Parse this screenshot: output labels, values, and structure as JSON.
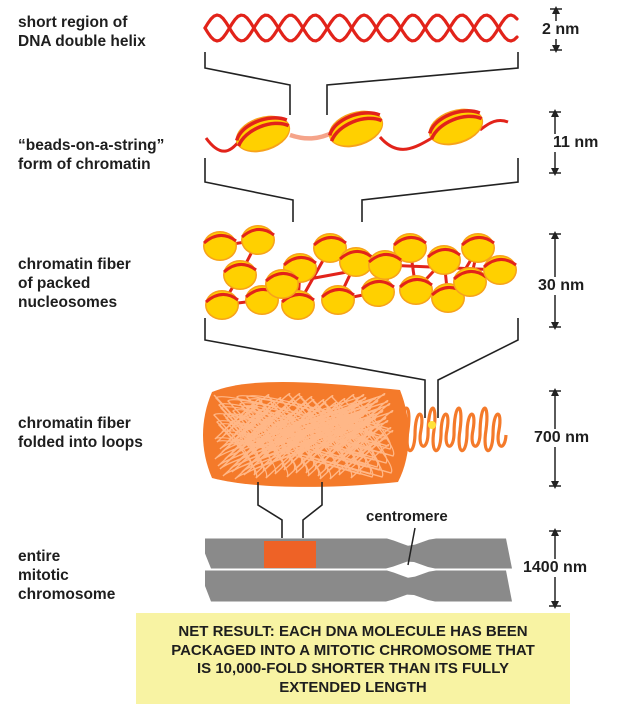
{
  "labels": {
    "dna_helix": [
      "short region of",
      "DNA double helix"
    ],
    "beads": [
      "“beads-on-a-string”",
      "form of chromatin"
    ],
    "fiber30": [
      "chromatin fiber",
      "of packed",
      "nucleosomes"
    ],
    "loops": [
      "chromatin fiber",
      "folded into loops"
    ],
    "chromosome": [
      "entire",
      "mitotic",
      "chromosome"
    ]
  },
  "dimensions": {
    "helix": "2 nm",
    "beads": "11 nm",
    "fiber30": "30 nm",
    "loops": "700 nm",
    "chromosome": "1400 nm"
  },
  "centromere_label": "centromere",
  "result_lines": [
    "NET RESULT: EACH DNA MOLECULE HAS BEEN",
    "PACKAGED INTO A MITOTIC CHROMOSOME THAT",
    "IS 10,000-FOLD SHORTER THAN ITS FULLY",
    "EXTENDED LENGTH"
  ],
  "colors": {
    "dna_red": "#e2231a",
    "nucleosome_yellow": "#ffd000",
    "nucleosome_orange": "#f7a21b",
    "loop_orange": "#f47a2a",
    "chromosome_grey": "#8a8a8a",
    "highlight_orange": "#ff5a14",
    "result_box": "#f8f3a3"
  }
}
